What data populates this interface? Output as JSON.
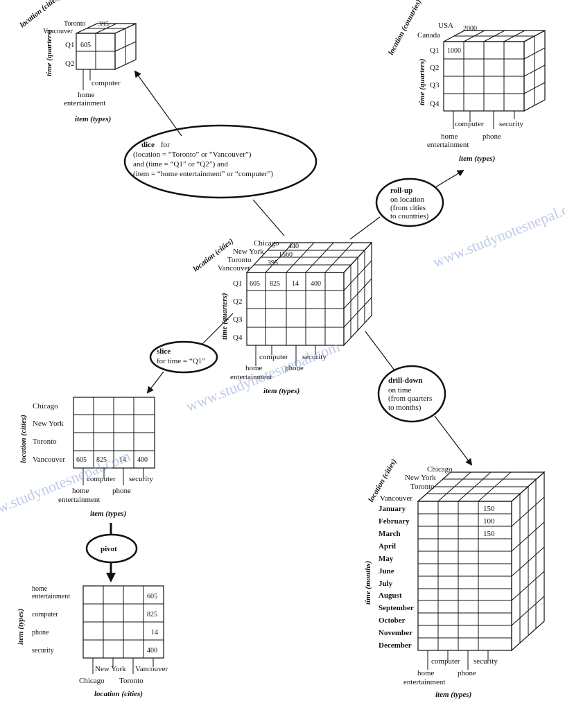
{
  "watermark": "www.studynotesnepal.com",
  "dice_cube": {
    "loc_axis": "location (cities)",
    "time_axis": "time (quarters)",
    "item_axis": "item (types)",
    "cities": [
      "Toronto",
      "Vancouver"
    ],
    "quarters": [
      "Q1",
      "Q2"
    ],
    "items": [
      "home entertainment",
      "computer"
    ],
    "top_value": "395",
    "cell_value": "605"
  },
  "dice_op": {
    "title": "dice",
    "line1": "for",
    "line2": "(location = “Toronto” or “Vancouver”)",
    "line3": "and (time = “Q1” or “Q2”) and",
    "line4": "(item = “home entertainment” or “computer”)"
  },
  "rollup_cube": {
    "loc_axis": "location (countries)",
    "time_axis": "time (quarters)",
    "item_axis": "item (types)",
    "countries": [
      "USA",
      "Canada"
    ],
    "quarters": [
      "Q1",
      "Q2",
      "Q3",
      "Q4"
    ],
    "items": [
      "home entertainment",
      "computer",
      "phone",
      "security"
    ],
    "top_value": "2000",
    "cell_value": "1000"
  },
  "rollup_op": {
    "title": "roll-up",
    "line1": "on location",
    "line2": "(from cities",
    "line3": "to countries)"
  },
  "main_cube": {
    "loc_axis": "location (cities)",
    "time_axis": "time (quarters)",
    "item_axis": "item (types)",
    "cities": [
      "Chicago",
      "New York",
      "Toronto",
      "Vancouver"
    ],
    "quarters": [
      "Q1",
      "Q2",
      "Q3",
      "Q4"
    ],
    "items": [
      "home entertainment",
      "computer",
      "phone",
      "security"
    ],
    "top_values": [
      "440",
      "1560",
      "395"
    ],
    "q1_values": [
      "605",
      "825",
      "14",
      "400"
    ]
  },
  "slice_op": {
    "title": "slice",
    "line1": "for time = “Q1”"
  },
  "slice_grid": {
    "loc_axis": "location (cities)",
    "item_axis": "item (types)",
    "cities": [
      "Chicago",
      "New York",
      "Toronto",
      "Vancouver"
    ],
    "items": [
      "home entertainment",
      "computer",
      "phone",
      "security"
    ],
    "values": [
      "605",
      "825",
      "14",
      "400"
    ]
  },
  "pivot_op": {
    "title": "pivot"
  },
  "pivot_grid": {
    "item_axis": "item (types)",
    "loc_axis": "location (cities)",
    "items": [
      "home entertainment",
      "computer",
      "phone",
      "security"
    ],
    "cities": [
      "Chicago",
      "New York",
      "Toronto",
      "Vancouver"
    ],
    "values": [
      "605",
      "825",
      "14",
      "400"
    ]
  },
  "drill_op": {
    "title": "drill-down",
    "line1": "on time",
    "line2": "(from quarters",
    "line3": "to months)"
  },
  "drill_cube": {
    "loc_axis": "location (cities)",
    "time_axis": "time (months)",
    "item_axis": "item (types)",
    "cities": [
      "Chicago",
      "New York",
      "Toronto",
      "Vancouver"
    ],
    "months": [
      "January",
      "February",
      "March",
      "April",
      "May",
      "June",
      "July",
      "August",
      "September",
      "October",
      "November",
      "December"
    ],
    "items": [
      "home entertainment",
      "computer",
      "phone",
      "security"
    ],
    "values": [
      "150",
      "100",
      "150"
    ]
  }
}
